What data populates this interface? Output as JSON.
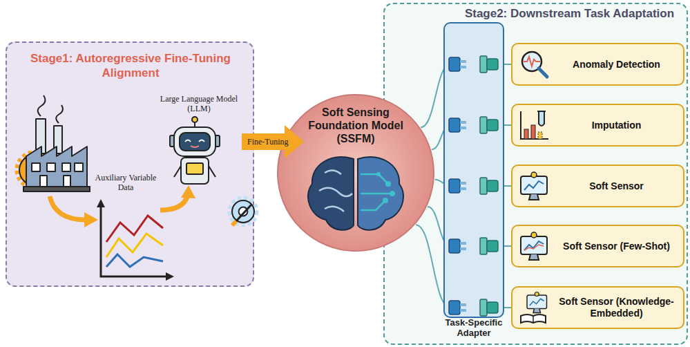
{
  "diagram": {
    "nodes": [
      {
        "text": [
          "Stage1: Autoregressive Fine-Tuning Alignment"
        ]
      },
      {
        "text": [
          "Stage2: Downstream Task Adaptation"
        ]
      },
      {
        "text": [
          "Soft Sensing Foundation Model (SSFM)"
        ]
      },
      {
        "text": [
          "Task-Specific Adapter"
        ],
        "in": 1
      },
      {
        "text": [
          "Anomaly Detection"
        ],
        "in": 1
      },
      {
        "text": [
          "Imputation"
        ],
        "in": 1
      },
      {
        "text": [
          "Soft Sensor"
        ],
        "in": 1
      },
      {
        "text": [
          "Soft Sensor (Few-Shot)"
        ],
        "in": 1
      },
      {
        "text": [
          "Soft Sensor (Knowledge-Embedded)"
        ],
        "in": 1
      }
    ],
    "edges": [
      {
        "from": 2,
        "to": 4,
        "arrow": "none"
      },
      {
        "from": 2,
        "to": 5,
        "arrow": "none"
      },
      {
        "from": 2,
        "to": 6,
        "arrow": "none"
      },
      {
        "from": 2,
        "to": 7,
        "arrow": "none"
      },
      {
        "from": 2,
        "to": 8,
        "arrow": "none"
      }
    ],
    "labels": [
      "Large Language Model (LLM)",
      "Auxiliary Variable Data",
      "Fine-Tuning"
    ]
  }
}
